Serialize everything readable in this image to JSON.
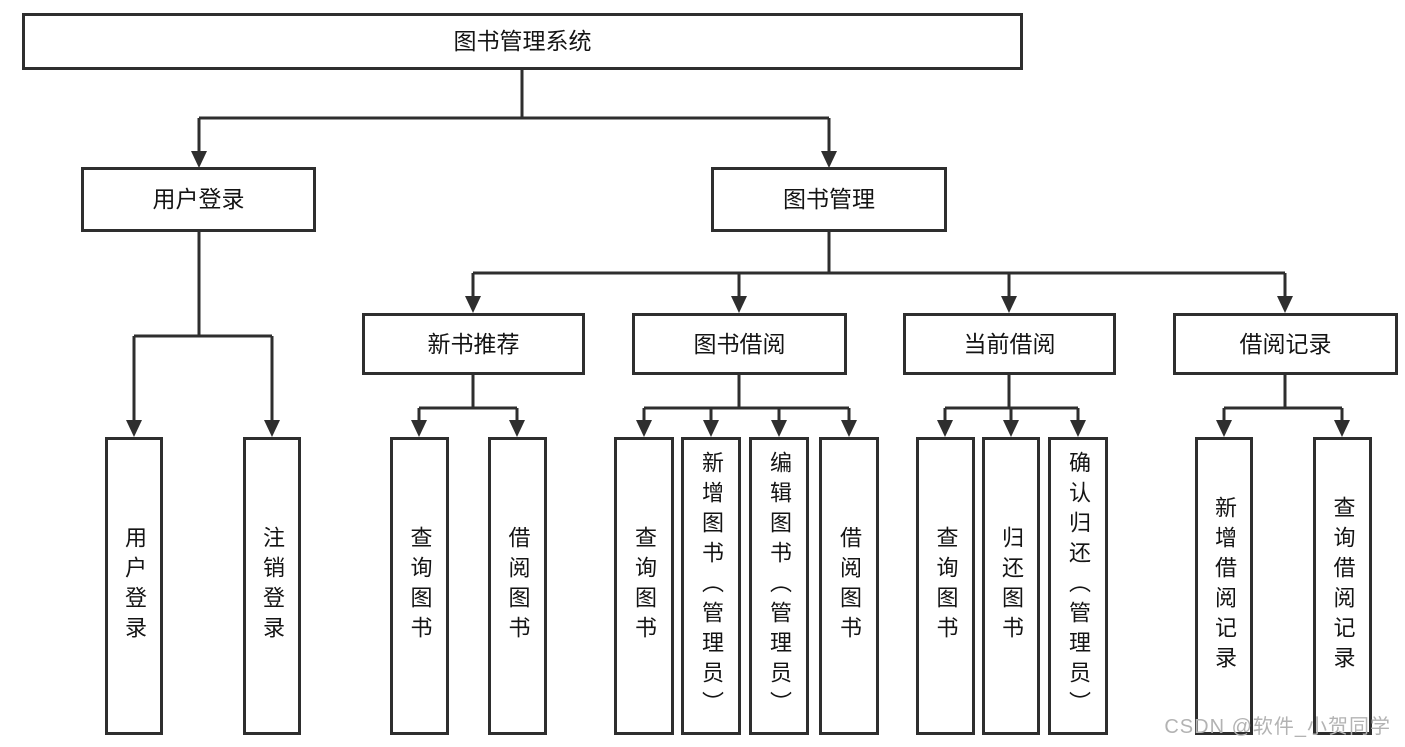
{
  "diagram": {
    "root": {
      "label": "图书管理系统"
    },
    "branches": [
      {
        "label": "用户登录",
        "children": [
          {
            "label": "用户登录"
          },
          {
            "label": "注销登录"
          }
        ]
      },
      {
        "label": "图书管理",
        "children": [
          {
            "label": "新书推荐",
            "children": [
              {
                "label": "查询图书"
              },
              {
                "label": "借阅图书"
              }
            ]
          },
          {
            "label": "图书借阅",
            "children": [
              {
                "label": "查询图书"
              },
              {
                "label": "新增图书（管理员）"
              },
              {
                "label": "编辑图书（管理员）"
              },
              {
                "label": "借阅图书"
              }
            ]
          },
          {
            "label": "当前借阅",
            "children": [
              {
                "label": "查询图书"
              },
              {
                "label": "归还图书"
              },
              {
                "label": "确认归还（管理员）"
              }
            ]
          },
          {
            "label": "借阅记录",
            "children": [
              {
                "label": "新增借阅记录"
              },
              {
                "label": "查询借阅记录"
              }
            ]
          }
        ]
      }
    ]
  },
  "watermark": {
    "text": "CSDN @软件_小贺同学"
  },
  "colors": {
    "line": "#2e2e2e",
    "text": "#141414",
    "watermark": "#b3b3b3",
    "background": "#ffffff"
  }
}
